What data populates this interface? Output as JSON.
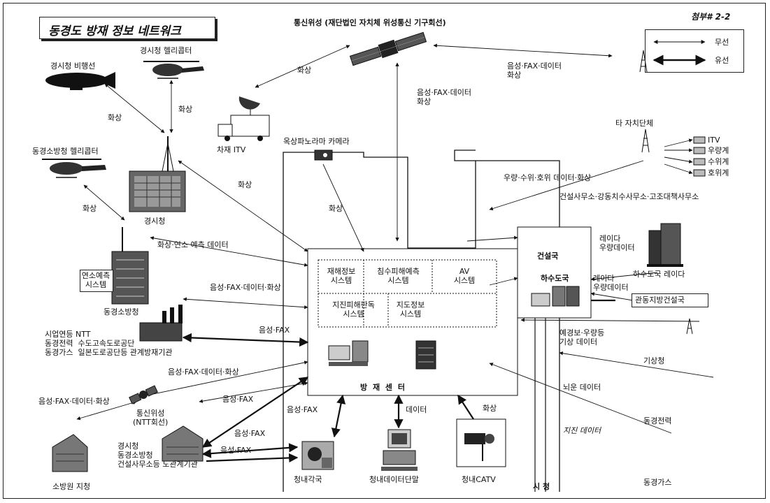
{
  "title": "동경도 방재 정보 네트워크",
  "attachment": "첨부# 2-2",
  "legend": {
    "wireless": "무선",
    "wired": "유선"
  },
  "satellite_top": "통신위성 (재단법인 자치체 위성통신 기구회선)",
  "nodes": {
    "police_airship": "경시청 비행선",
    "police_helicopter": "경시청 헬리콥터",
    "fire_helicopter": "동경소방청 헬리콥터",
    "police_hq": "경시청",
    "fire_hq": "동경소방청",
    "fire_prediction_system": "연소예측\n시스템",
    "vehicle_itv": "차재 ITV",
    "rooftop_camera": "옥상파노라마 카메라",
    "other_municipality": "타 자치단체",
    "construction_bureau": "건설국",
    "sewerage_bureau": "하수도국",
    "radar_rain_1": "레이다\n우량데이터",
    "radar_rain_2": "레이다\n우량데이터",
    "sewerage_radar": "하수도국 레이다",
    "kanto_construction": "관동지방건설국",
    "utilities": "시업연등 NTT\n동경전력  수도고속도로공단\n동경가스  일본도로공단등 관계방재기관",
    "ntt_satellite": "통신위성\n(NTT회선)",
    "fire_stations": "소방원 지청",
    "police_fire_group": "경시청\n동경소방청\n건설사무소등 도관계기관",
    "office_stations": "청내각국",
    "office_terminal": "청내데이터단말",
    "office_catv": "청내CATV",
    "city_hall": "시  청",
    "weather_agency": "기상청",
    "tokyo_power": "동경전력",
    "tokyo_gas": "동경가스",
    "disaster_center": "방  재  센  터",
    "construction_offices": "건설사무소·강동치수사무소·고조대책사무소"
  },
  "sensors": [
    "ITV",
    "우량계",
    "수위계",
    "호위계"
  ],
  "systems": [
    "재해정보\n시스템",
    "침수피해예측\n시스템",
    "AV\n시스템",
    "지진피해판독\n시스템",
    "지도정보\n시스템"
  ],
  "links": {
    "video": "화상",
    "voice_fax_data": "음성·FAX·데이터\n화상",
    "voice_fax_data_video": "음성·FAX·데이터·화상",
    "voice_fax": "음성·FAX",
    "data": "데이터",
    "video_fire_prediction": "화상·연소 예측 데이터",
    "rain_level_video": "우량·수위·호위 데이터·화상",
    "flood_alert": "예경보·우량등\n기상 데이터",
    "lightning_data": "뇌운 데이터",
    "earthquake_data": "지진 데이터"
  }
}
